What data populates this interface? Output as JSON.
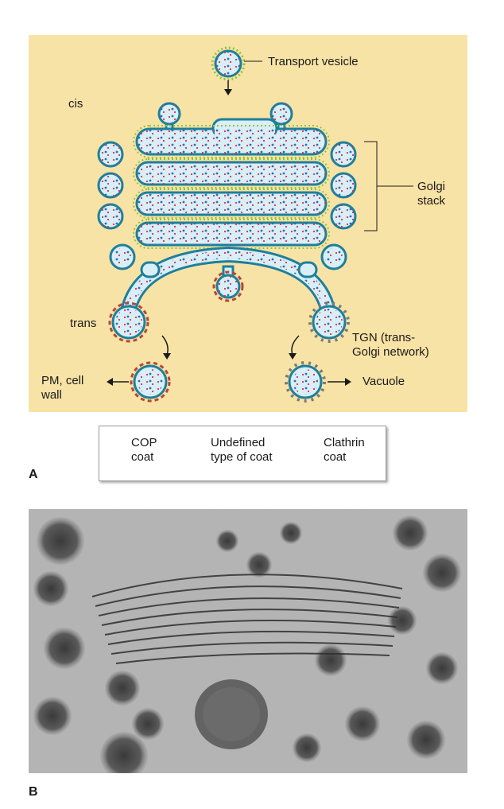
{
  "panel_a": {
    "letter": "A",
    "labels": {
      "transport_vesicle": "Transport vesicle",
      "cis": "cis",
      "golgi_stack_line1": "Golgi",
      "golgi_stack_line2": "stack",
      "trans": "trans",
      "tgn_line1": "TGN (trans-",
      "tgn_line2": "Golgi network)",
      "pm_line1": "PM, cell",
      "pm_line2": "wall",
      "vacuole": "Vacuole"
    },
    "legend": {
      "cop_line1": "COP",
      "cop_line2": "coat",
      "undefined_line1": "Undefined",
      "undefined_line2": "type of coat",
      "clathrin_line1": "Clathrin",
      "clathrin_line2": "coat"
    },
    "colors": {
      "background": "#f8e3a6",
      "membrane": "#1f7f9a",
      "lumen": "#d9eef6",
      "cop_coat": "#8dc63f",
      "undefined_coat": "#b5473a",
      "clathrin_coat": "#7a7a7a",
      "red_cargo": "#d7324b",
      "blue_cargo": "#2a6fb0"
    }
  },
  "panel_b": {
    "letter": "B"
  }
}
